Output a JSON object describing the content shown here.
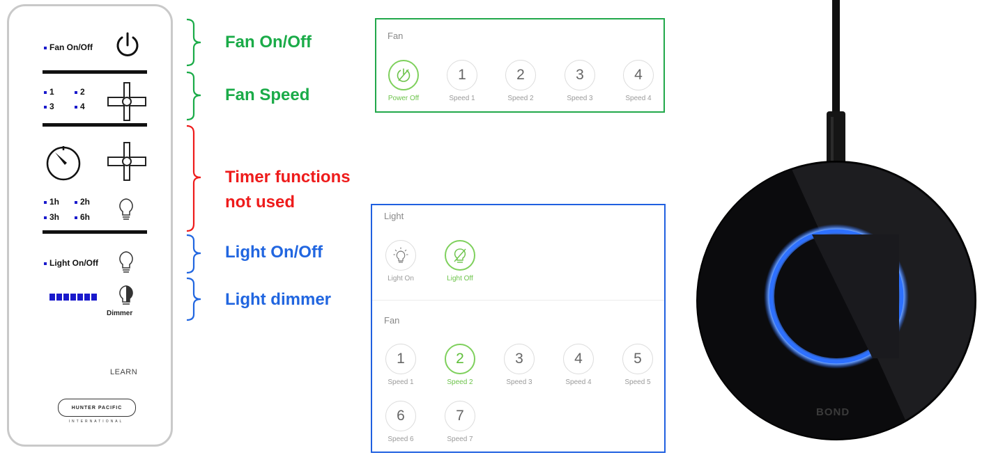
{
  "remote": {
    "fan_onoff_label": "Fan On/Off",
    "speed_labels": [
      "1",
      "2",
      "3",
      "4"
    ],
    "timer_labels": [
      "1h",
      "2h",
      "3h",
      "6h"
    ],
    "light_onoff_label": "Light On/Off",
    "dimmer_label": "Dimmer",
    "learn_label": "LEARN",
    "brand_logo": "HUNTER PACIFIC",
    "brand_sub": "INTERNATIONAL"
  },
  "annotations": {
    "fan_onoff": "Fan On/Off",
    "fan_speed": "Fan Speed",
    "timer_line1": "Timer functions",
    "timer_line2": "not used",
    "light_onoff": "Light On/Off",
    "light_dimmer": "Light dimmer"
  },
  "fan_panel": {
    "title": "Fan",
    "buttons": [
      {
        "glyph": "",
        "label": "Power Off"
      },
      {
        "glyph": "1",
        "label": "Speed 1"
      },
      {
        "glyph": "2",
        "label": "Speed 2"
      },
      {
        "glyph": "3",
        "label": "Speed 3"
      },
      {
        "glyph": "4",
        "label": "Speed 4"
      }
    ]
  },
  "light_panel": {
    "title": "Light",
    "buttons": [
      {
        "label": "Light On"
      },
      {
        "label": "Light Off"
      }
    ],
    "fan_title": "Fan",
    "speed_buttons": [
      {
        "glyph": "1",
        "label": "Speed 1"
      },
      {
        "glyph": "2",
        "label": "Speed 2"
      },
      {
        "glyph": "3",
        "label": "Speed 3"
      },
      {
        "glyph": "4",
        "label": "Speed 4"
      },
      {
        "glyph": "5",
        "label": "Speed 5"
      },
      {
        "glyph": "6",
        "label": "Speed 6"
      },
      {
        "glyph": "7",
        "label": "Speed 7"
      }
    ]
  },
  "hub": {
    "brand": "BOND"
  },
  "colors": {
    "green": "#1aab48",
    "red": "#ee1b1b",
    "blue": "#2166e0",
    "active_green": "#6cc34a",
    "remote_blue": "#1a1acc",
    "hub_ring": "#2a6cff"
  }
}
